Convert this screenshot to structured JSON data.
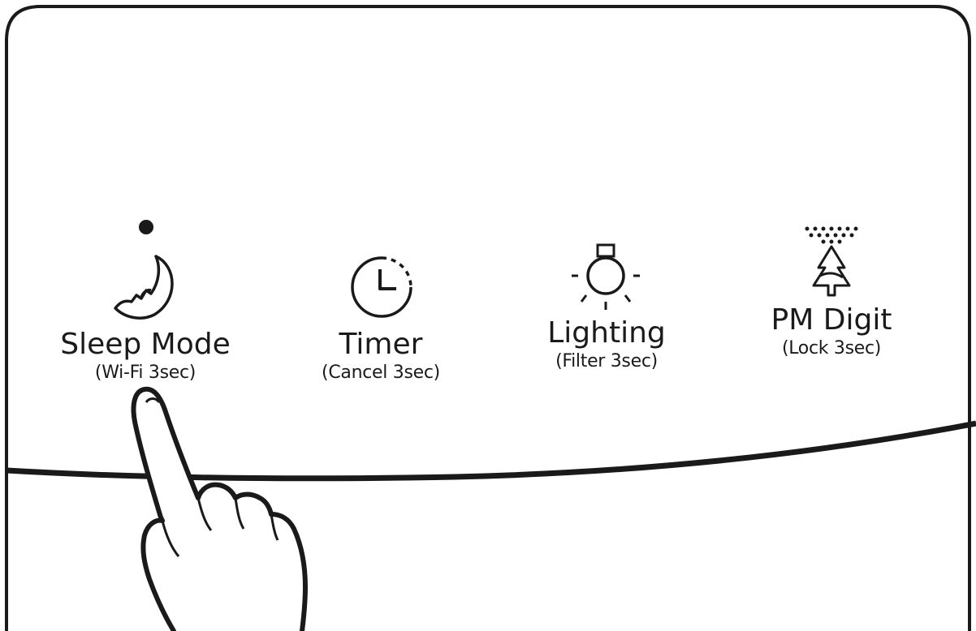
{
  "buttons": [
    {
      "label": "Sleep Mode",
      "sub": "(Wi-Fi 3sec)",
      "icon": "moon-icon",
      "indicator_on": true
    },
    {
      "label": "Timer",
      "sub": "(Cancel 3sec)",
      "icon": "timer-icon"
    },
    {
      "label": "Lighting",
      "sub": "(Filter 3sec)",
      "icon": "bulb-icon"
    },
    {
      "label": "PM Digit",
      "sub": "(Lock 3sec)",
      "icon": "pm-tree-icon"
    }
  ],
  "pointer": {
    "icon": "hand-pointer-icon"
  },
  "colors": {
    "stroke": "#1a1a1a",
    "background": "#ffffff"
  }
}
